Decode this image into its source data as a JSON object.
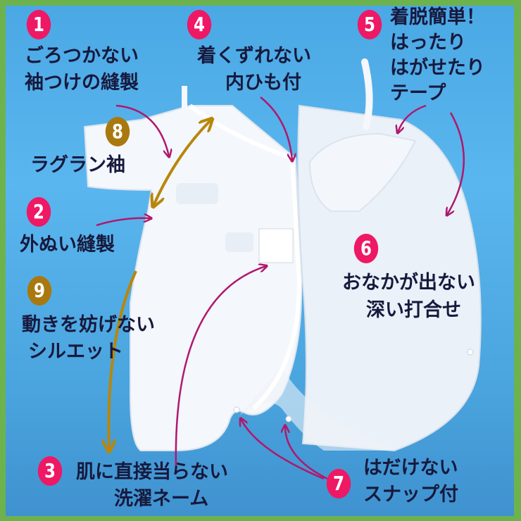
{
  "colors": {
    "border": "#6cb34e",
    "background": "#4aa8e4",
    "badge_pink": "#ee1864",
    "badge_gold": "#a9790f",
    "arrow_pink": "#b0186e",
    "arrow_gold": "#b8860b",
    "text": "#17193d",
    "garment": "#f2f6fb"
  },
  "callouts": [
    {
      "number": "1",
      "color": "pink",
      "lines": [
        "ごろつかない",
        "袖つけの縫製"
      ]
    },
    {
      "number": "2",
      "color": "pink",
      "lines": [
        "外ぬい縫製"
      ]
    },
    {
      "number": "3",
      "color": "pink",
      "lines": [
        "肌に直接当らない",
        "洗濯ネーム"
      ]
    },
    {
      "number": "4",
      "color": "pink",
      "lines": [
        "着くずれない",
        "内ひも付"
      ]
    },
    {
      "number": "5",
      "color": "pink",
      "lines": [
        "着脱簡単！",
        "はったり",
        "はがせたり",
        "テープ"
      ]
    },
    {
      "number": "6",
      "color": "pink",
      "lines": [
        "おなかが出ない",
        "深い打合せ"
      ]
    },
    {
      "number": "7",
      "color": "pink",
      "lines": [
        "はだけない",
        "スナップ付"
      ]
    },
    {
      "number": "8",
      "color": "gold",
      "lines": [
        "ラグラン袖"
      ]
    },
    {
      "number": "9",
      "color": "gold",
      "lines": [
        "動きを妨げない",
        "シルエット"
      ]
    }
  ]
}
